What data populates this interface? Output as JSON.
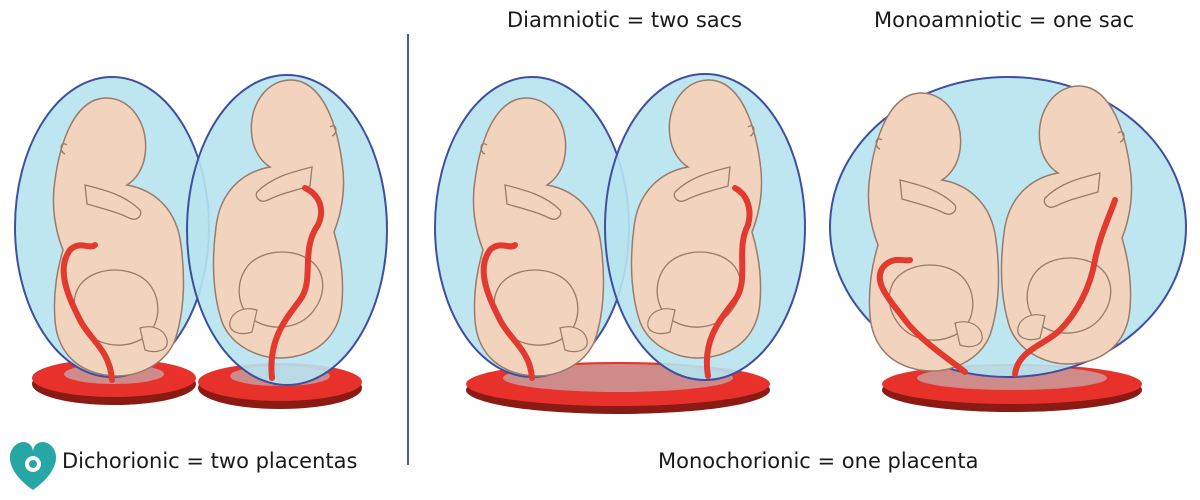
{
  "labels": {
    "diamniotic": "Diamniotic = two sacs",
    "monoamniotic": "Monoamniotic = one sac",
    "dichorionic": "Dichorionic = two placentas",
    "monochorionic": "Monochorionic = one placenta"
  },
  "colors": {
    "sac_fill": "#b7e3ef",
    "sac_stroke": "#3f4fa0",
    "placenta_red": "#e8312a",
    "placenta_dark": "#8a1a14",
    "cord_red": "#e23a2e",
    "skin": "#f2d3bd",
    "skin_outline": "#9a7a68",
    "divider": "#4a5aa8",
    "logo_teal": "#26a7a5"
  },
  "icons": {
    "logo": "heart-logo-icon"
  }
}
